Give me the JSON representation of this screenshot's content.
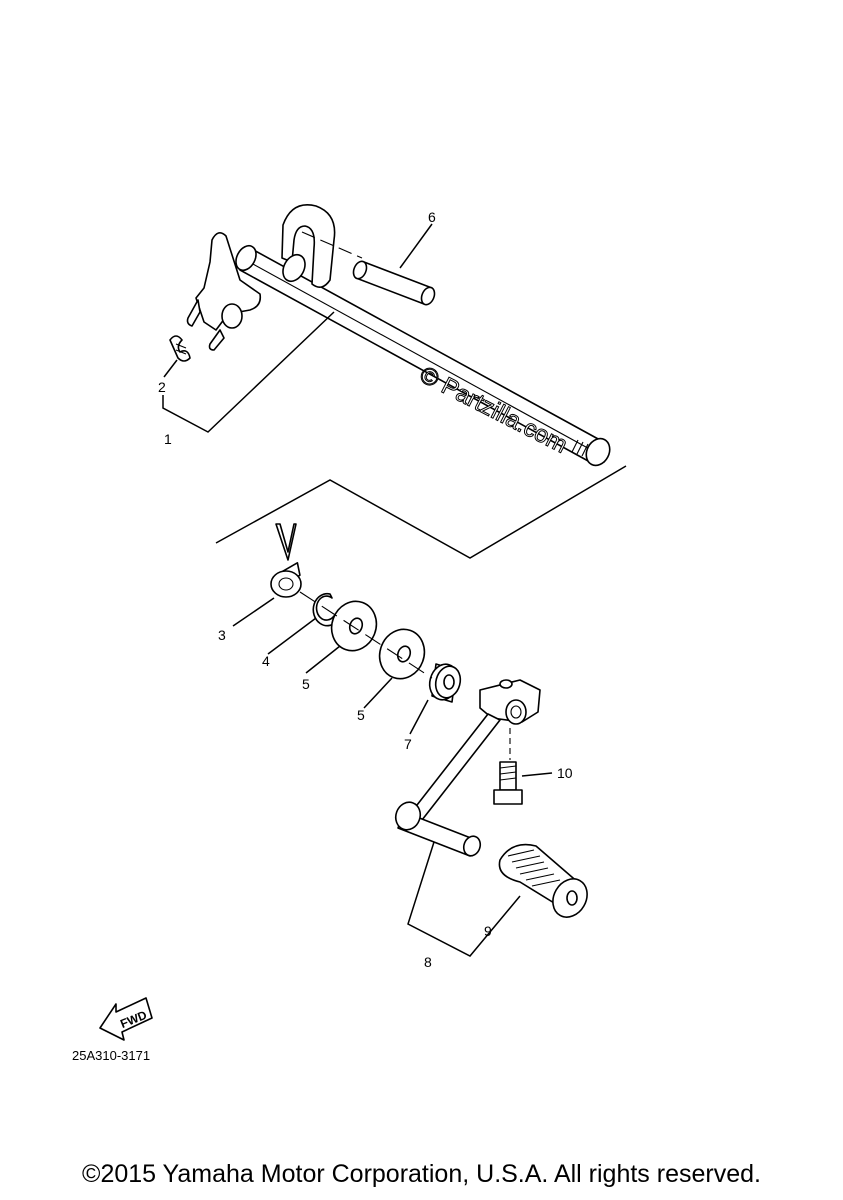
{
  "callouts": [
    {
      "id": "1",
      "text": "1"
    },
    {
      "id": "2",
      "text": "2"
    },
    {
      "id": "3",
      "text": "3"
    },
    {
      "id": "4",
      "text": "4"
    },
    {
      "id": "5a",
      "text": "5"
    },
    {
      "id": "5b",
      "text": "5"
    },
    {
      "id": "6",
      "text": "6"
    },
    {
      "id": "7",
      "text": "7"
    },
    {
      "id": "8",
      "text": "8"
    },
    {
      "id": "9",
      "text": "9"
    },
    {
      "id": "10",
      "text": "10"
    }
  ],
  "watermark": "© Partzilla.com",
  "fwd_label": "FWD",
  "diagram_code": "25A310-3171",
  "copyright": "©2015 Yamaha Motor Corporation, U.S.A. All rights reserved."
}
